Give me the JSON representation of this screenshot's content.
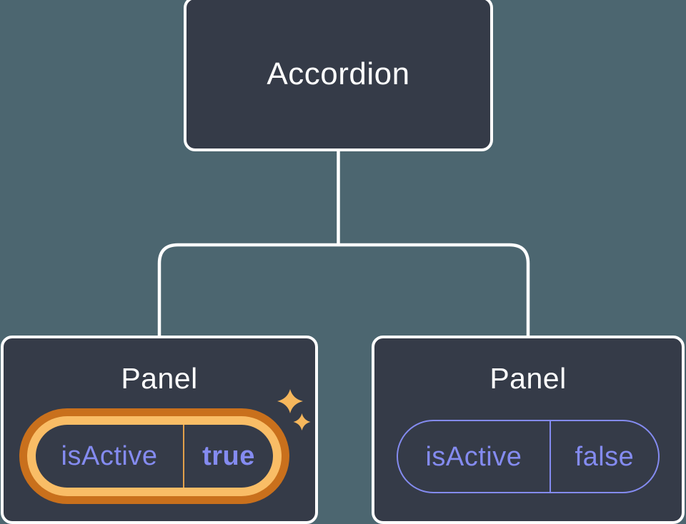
{
  "colors": {
    "background": "#4C6670",
    "box_fill": "#353B48",
    "box_border": "#FFFFFF",
    "connector": "#FFFFFF",
    "title_text": "#FFFFFF",
    "accent_purple": "#848BF0",
    "ring_outer": "#C9701C",
    "ring_inner": "#F9BD66",
    "divider_gold": "#E2A04A",
    "sparkle_gold": "#F6B75C"
  },
  "tree": {
    "root": {
      "label": "Accordion"
    },
    "children": [
      {
        "label": "Panel",
        "prop_name": "isActive",
        "prop_value": "true",
        "state": "active"
      },
      {
        "label": "Panel",
        "prop_name": "isActive",
        "prop_value": "false",
        "state": "inactive"
      }
    ]
  }
}
